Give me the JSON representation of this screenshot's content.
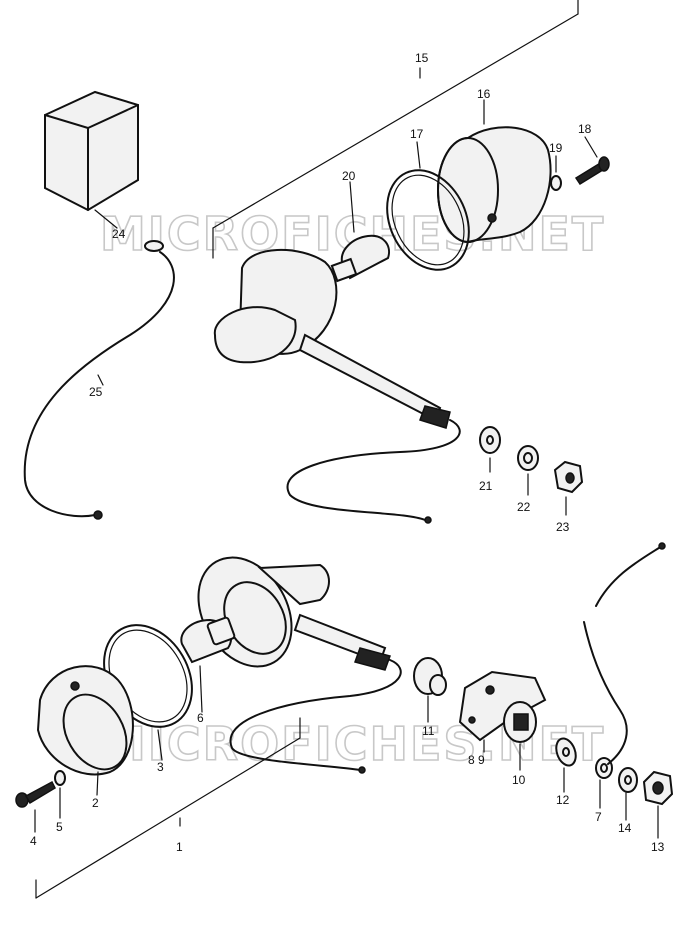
{
  "watermark": "MICROFICHES.NET",
  "labels": {
    "p1": "1",
    "p2": "2",
    "p3": "3",
    "p4": "4",
    "p5": "5",
    "p6": "6",
    "p7": "7",
    "p8_9": "8 9",
    "p10": "10",
    "p11": "11",
    "p12": "12",
    "p13": "13",
    "p14": "14",
    "p15": "15",
    "p16": "16",
    "p17": "17",
    "p18": "18",
    "p19": "19",
    "p20": "20",
    "p21": "21",
    "p22": "22",
    "p23": "23",
    "p24": "24",
    "p25": "25"
  }
}
